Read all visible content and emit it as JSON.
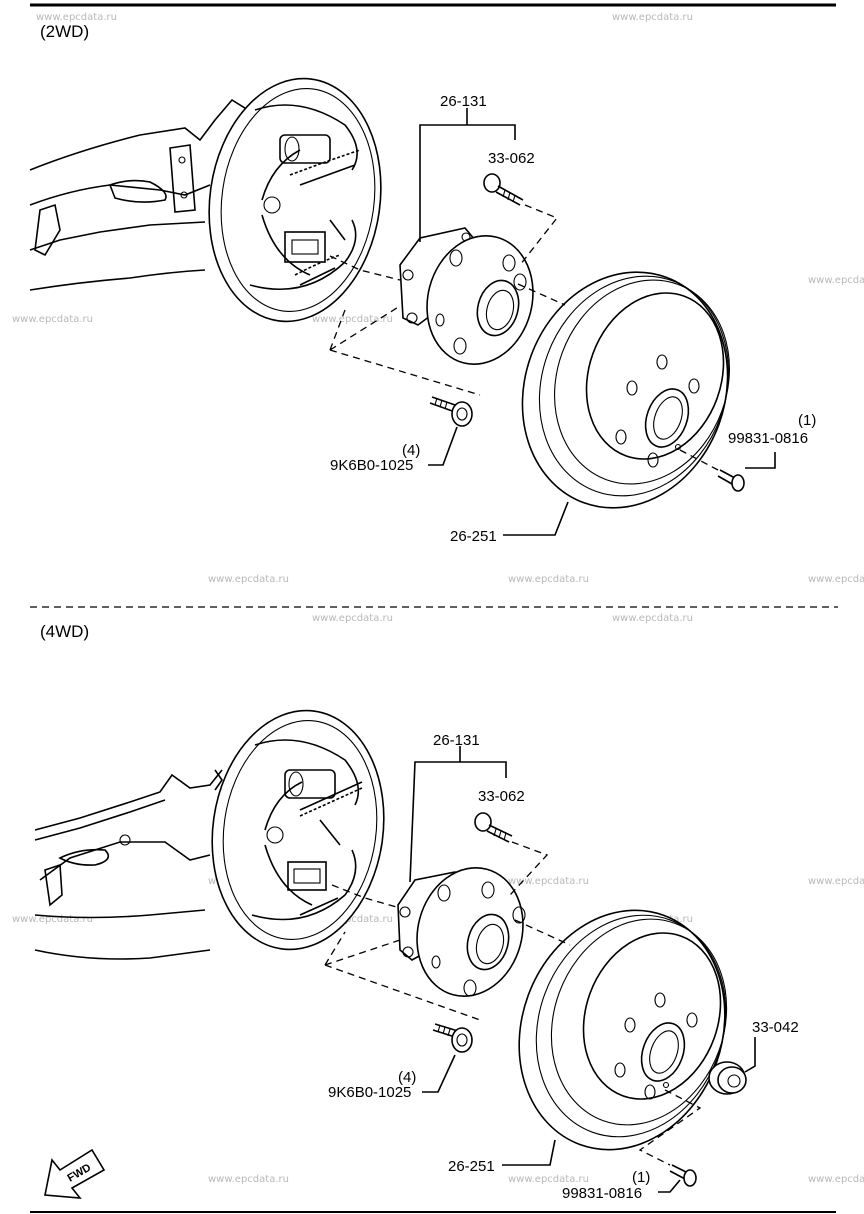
{
  "watermark": "www.epcdata.ru",
  "sections": [
    {
      "title": "(2WD)",
      "labels": {
        "hub": "26-131",
        "hub_bolt": "33-062",
        "bolt_qty": "(4)",
        "bolt": "9K6B0-1025",
        "drum": "26-251",
        "screw_qty": "(1)",
        "screw": "99831-0816"
      }
    },
    {
      "title": "(4WD)",
      "labels": {
        "hub": "26-131",
        "hub_bolt": "33-062",
        "bolt_qty": "(4)",
        "bolt": "9K6B0-1025",
        "nut": "33-042",
        "drum": "26-251",
        "screw_qty": "(1)",
        "screw": "99831-0816"
      }
    }
  ],
  "fwd_label": "FWD"
}
